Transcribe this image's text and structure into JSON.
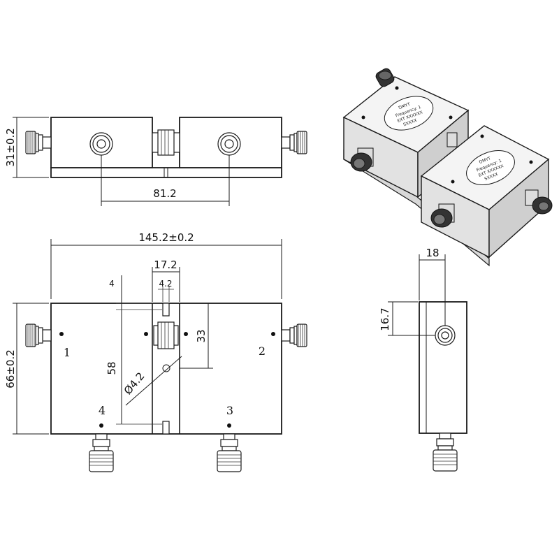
{
  "dimensions": {
    "side_height": "31±0.2",
    "port_spacing": "81.2",
    "total_length": "145.2±0.2",
    "center_width": "17.2",
    "slot_width": "4.2",
    "top_offset": "4",
    "inner_height": "58",
    "port_height": "33",
    "hole_diameter": "Ø4.2",
    "total_height": "66±0.2",
    "depth": "18",
    "end_port_offset": "16.7"
  },
  "port_labels": {
    "p1": "1",
    "p2": "2",
    "p3": "3",
    "p4": "4"
  },
  "label_plate": {
    "logo": "ꝹMYT",
    "line1": "Frequency: 1",
    "line2": "EXT XXXXXX",
    "line3": "SXXXX"
  },
  "colors": {
    "line": "#1a1a1a",
    "body_shade": "#e8e8e8",
    "body_dark": "#cfcfcf"
  }
}
